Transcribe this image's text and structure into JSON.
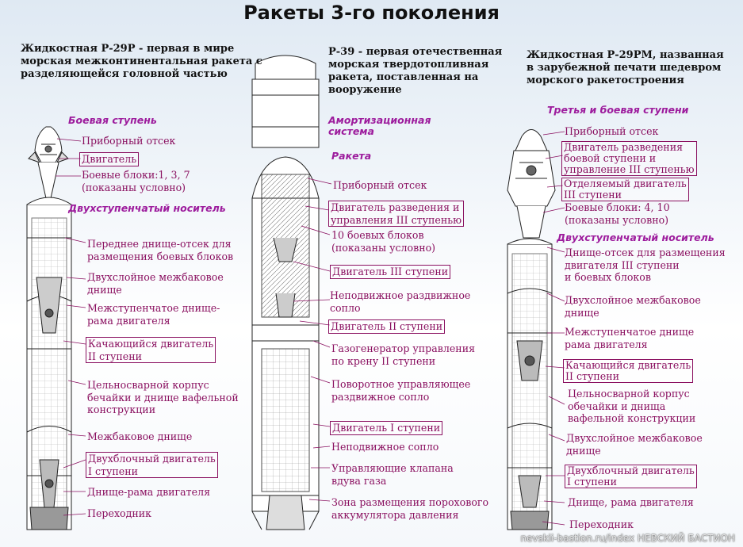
{
  "title": "Ракеты 3-го поколения",
  "watermark": "nevskii-bastion.ru/index НЕВСКИЙ БАСТИОН",
  "col1": {
    "heading": [
      "Жидкостная Р-29Р - первая в мире",
      "морская межконтинентальная ракета с",
      "разделяющейся головной частью"
    ],
    "section1": "Боевая ступень",
    "section2": "Двухступенчатый носитель",
    "labels": [
      [
        "Приборный отсек"
      ],
      [
        "Двигатель"
      ],
      [
        "Боевые блоки:1, 3, 7",
        "(показаны условно)"
      ],
      [
        "Переднее днище-отсек для",
        "размещения боевых блоков"
      ],
      [
        "Двухслойное межбаковое",
        "днище"
      ],
      [
        "Межступенчатое днище-",
        "рама двигателя"
      ],
      [
        "Качающийся двигатель",
        "II ступени"
      ],
      [
        "Цельносварной корпус",
        "бечайки и днище вафельной",
        "конструкции"
      ],
      [
        "Межбаковое днище"
      ],
      [
        "Двухблочный двигатель",
        "I ступени"
      ],
      [
        "Днище-рама двигателя"
      ],
      [
        "Переходник"
      ]
    ]
  },
  "col2": {
    "heading": [
      "Р-39 - первая отечественная",
      "морская твердотопливная",
      "ракета, поставленная на",
      "вооружение"
    ],
    "section1": [
      "Амортизационная",
      "система"
    ],
    "section2": "Ракета",
    "labels": [
      [
        "Приборный отсек"
      ],
      [
        "Двигатель разведения и",
        "управления III ступенью"
      ],
      [
        "10 боевых блоков",
        "(показаны условно)"
      ],
      [
        "Двигатель  III ступени"
      ],
      [
        "Неподвижное раздвижное",
        "сопло"
      ],
      [
        "Двигатель II ступени"
      ],
      [
        "Газогенератор управления",
        "по крену II ступени"
      ],
      [
        "Поворотное управляющее",
        "раздвижное сопло"
      ],
      [
        "Двигатель I ступени"
      ],
      [
        "Неподвижное сопло"
      ],
      [
        "Управляющие клапана",
        "вдува газа"
      ],
      [
        "Зона размещения порохового",
        "аккумулятора давления"
      ]
    ]
  },
  "col3": {
    "heading": [
      "Жидкостная Р-29РМ, названная",
      "в зарубежной печати шедевром",
      "морского ракетостроения"
    ],
    "section1": "Третья и боевая ступени",
    "section2": "Двухступенчатый носитель",
    "labels": [
      [
        "Приборный отсек"
      ],
      [
        "Двигатель разведения",
        "боевой ступени и",
        "управление III ступенью"
      ],
      [
        "Отделяемый двигатель",
        "III ступени"
      ],
      [
        "Боевые блоки: 4, 10",
        "(показаны условно)"
      ],
      [
        "Днище-отсек для размещения",
        "двигателя III ступени",
        "и боевых блоков"
      ],
      [
        "Двухслойное межбаковое",
        "днище"
      ],
      [
        "Межступенчатое днище",
        "рама двигателя"
      ],
      [
        "Качающийся двигатель",
        "II ступени"
      ],
      [
        "Цельносварной корпус",
        "обечайки и днища",
        "вафельной конструкции"
      ],
      [
        "Двухслойное межбаковое",
        "днище"
      ],
      [
        "Двухблочный двигатель",
        "I ступени"
      ],
      [
        "Днище, рама двигателя"
      ],
      [
        "Переходник"
      ]
    ]
  }
}
